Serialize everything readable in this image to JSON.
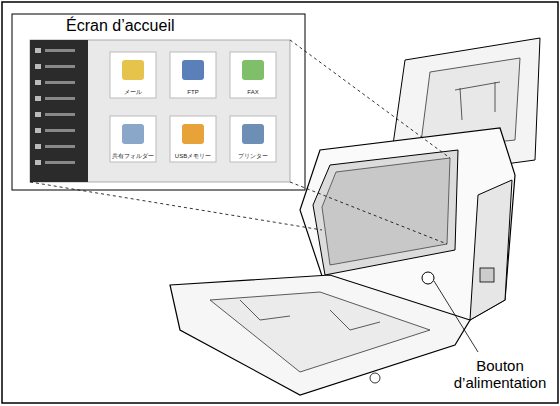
{
  "diagram": {
    "labels": [
      "Écran d’accueil",
      "Bouton d’alimentation",
      "メール",
      "FTP",
      "FAX",
      "共有フォルダー",
      "USBメモリー",
      "プリンター"
    ]
  }
}
